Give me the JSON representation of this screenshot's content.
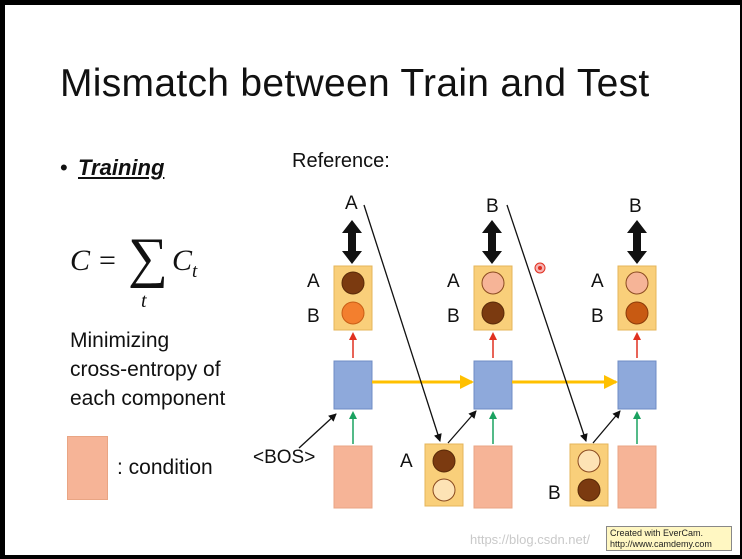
{
  "slide": {
    "title": "Mismatch between Train and Test",
    "bullet": "Training",
    "formula": {
      "lhs": "C",
      "eq": "=",
      "sigma": "∑",
      "subscript": "t",
      "term": "C",
      "term_sub": "t"
    },
    "description": [
      "Minimizing",
      "cross-entropy of",
      "each component"
    ],
    "condition_label": ": condition",
    "reference_label": "Reference:",
    "bos_label": "<BOS>",
    "targets": [
      "A",
      "B",
      "B"
    ],
    "output_labels": {
      "col1": [
        "A",
        "B"
      ],
      "col2": [
        "A",
        "B"
      ],
      "col3": [
        "A",
        "B"
      ]
    },
    "input_labels": {
      "col2": "A",
      "col3": "B"
    }
  },
  "overlay": {
    "watermark": "https://blog.csdn.net/",
    "evercam_line1": "Created with EverCam.",
    "evercam_line2": "http://www.camdemy.com"
  },
  "colors": {
    "condition_fill": "#f6b497",
    "box_fill": "#f9cf7a",
    "rnn_fill": "#8ea9db",
    "arrow_yellow": "#ffc000",
    "arrow_red": "#e03020",
    "arrow_green": "#1aa260",
    "circle_dark": "#7b3a10",
    "circle_orange": "#f37f2e",
    "circle_light": "#f6b497"
  }
}
